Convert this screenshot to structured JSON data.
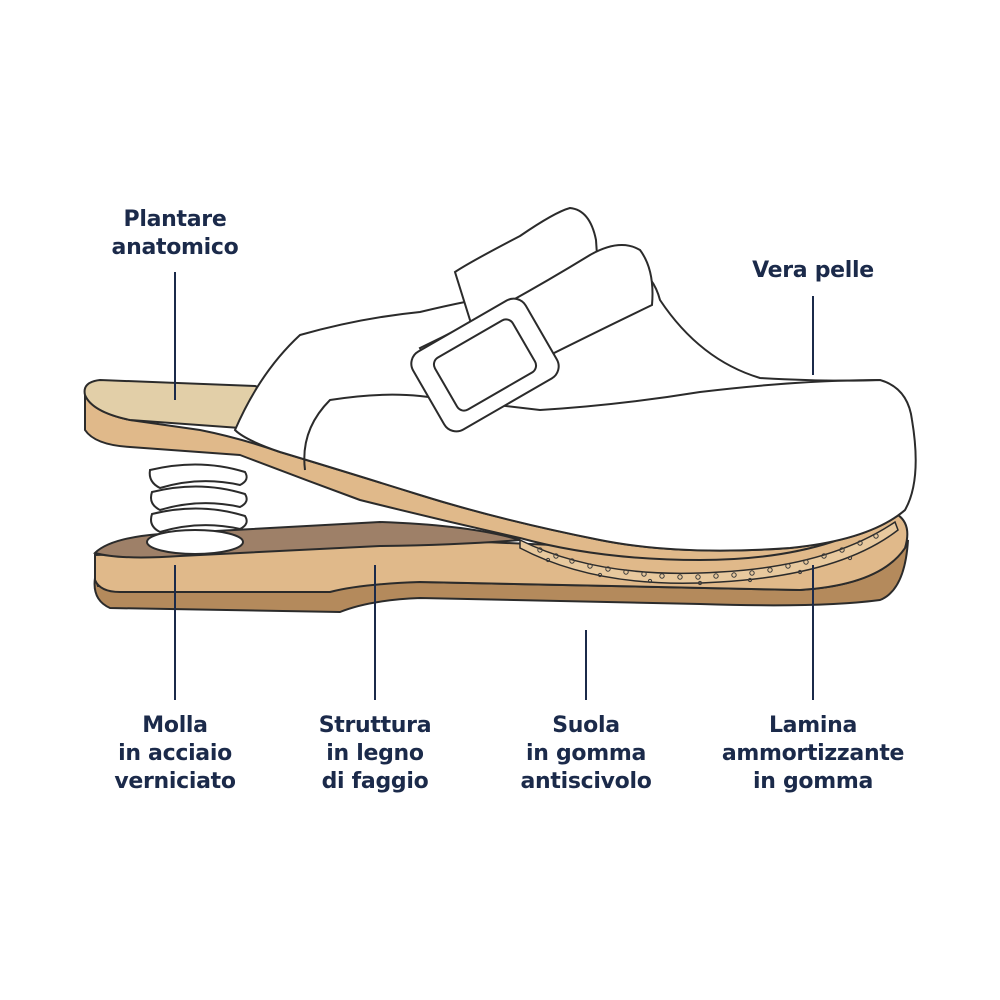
{
  "colors": {
    "ink": "#1b2a4a",
    "outline": "#2b2b2b",
    "insole": "#e2cfa8",
    "wood": "#e0b98a",
    "wood_dark": "#c8a070",
    "sole": "#b48a5c",
    "inner": "#9e8068",
    "spring": "#ffffff",
    "leather": "#ffffff"
  },
  "labels": {
    "insole": [
      "Plantare",
      "anatomico"
    ],
    "leather": [
      "Vera pelle"
    ],
    "spring": [
      "Molla",
      "in acciaio",
      "verniciato"
    ],
    "structure": [
      "Struttura",
      "in legno",
      "di faggio"
    ],
    "sole": [
      "Suola",
      "in gomma",
      "antiscivolo"
    ],
    "cushion": [
      "Lamina",
      "ammortizzante",
      "in gomma"
    ]
  }
}
